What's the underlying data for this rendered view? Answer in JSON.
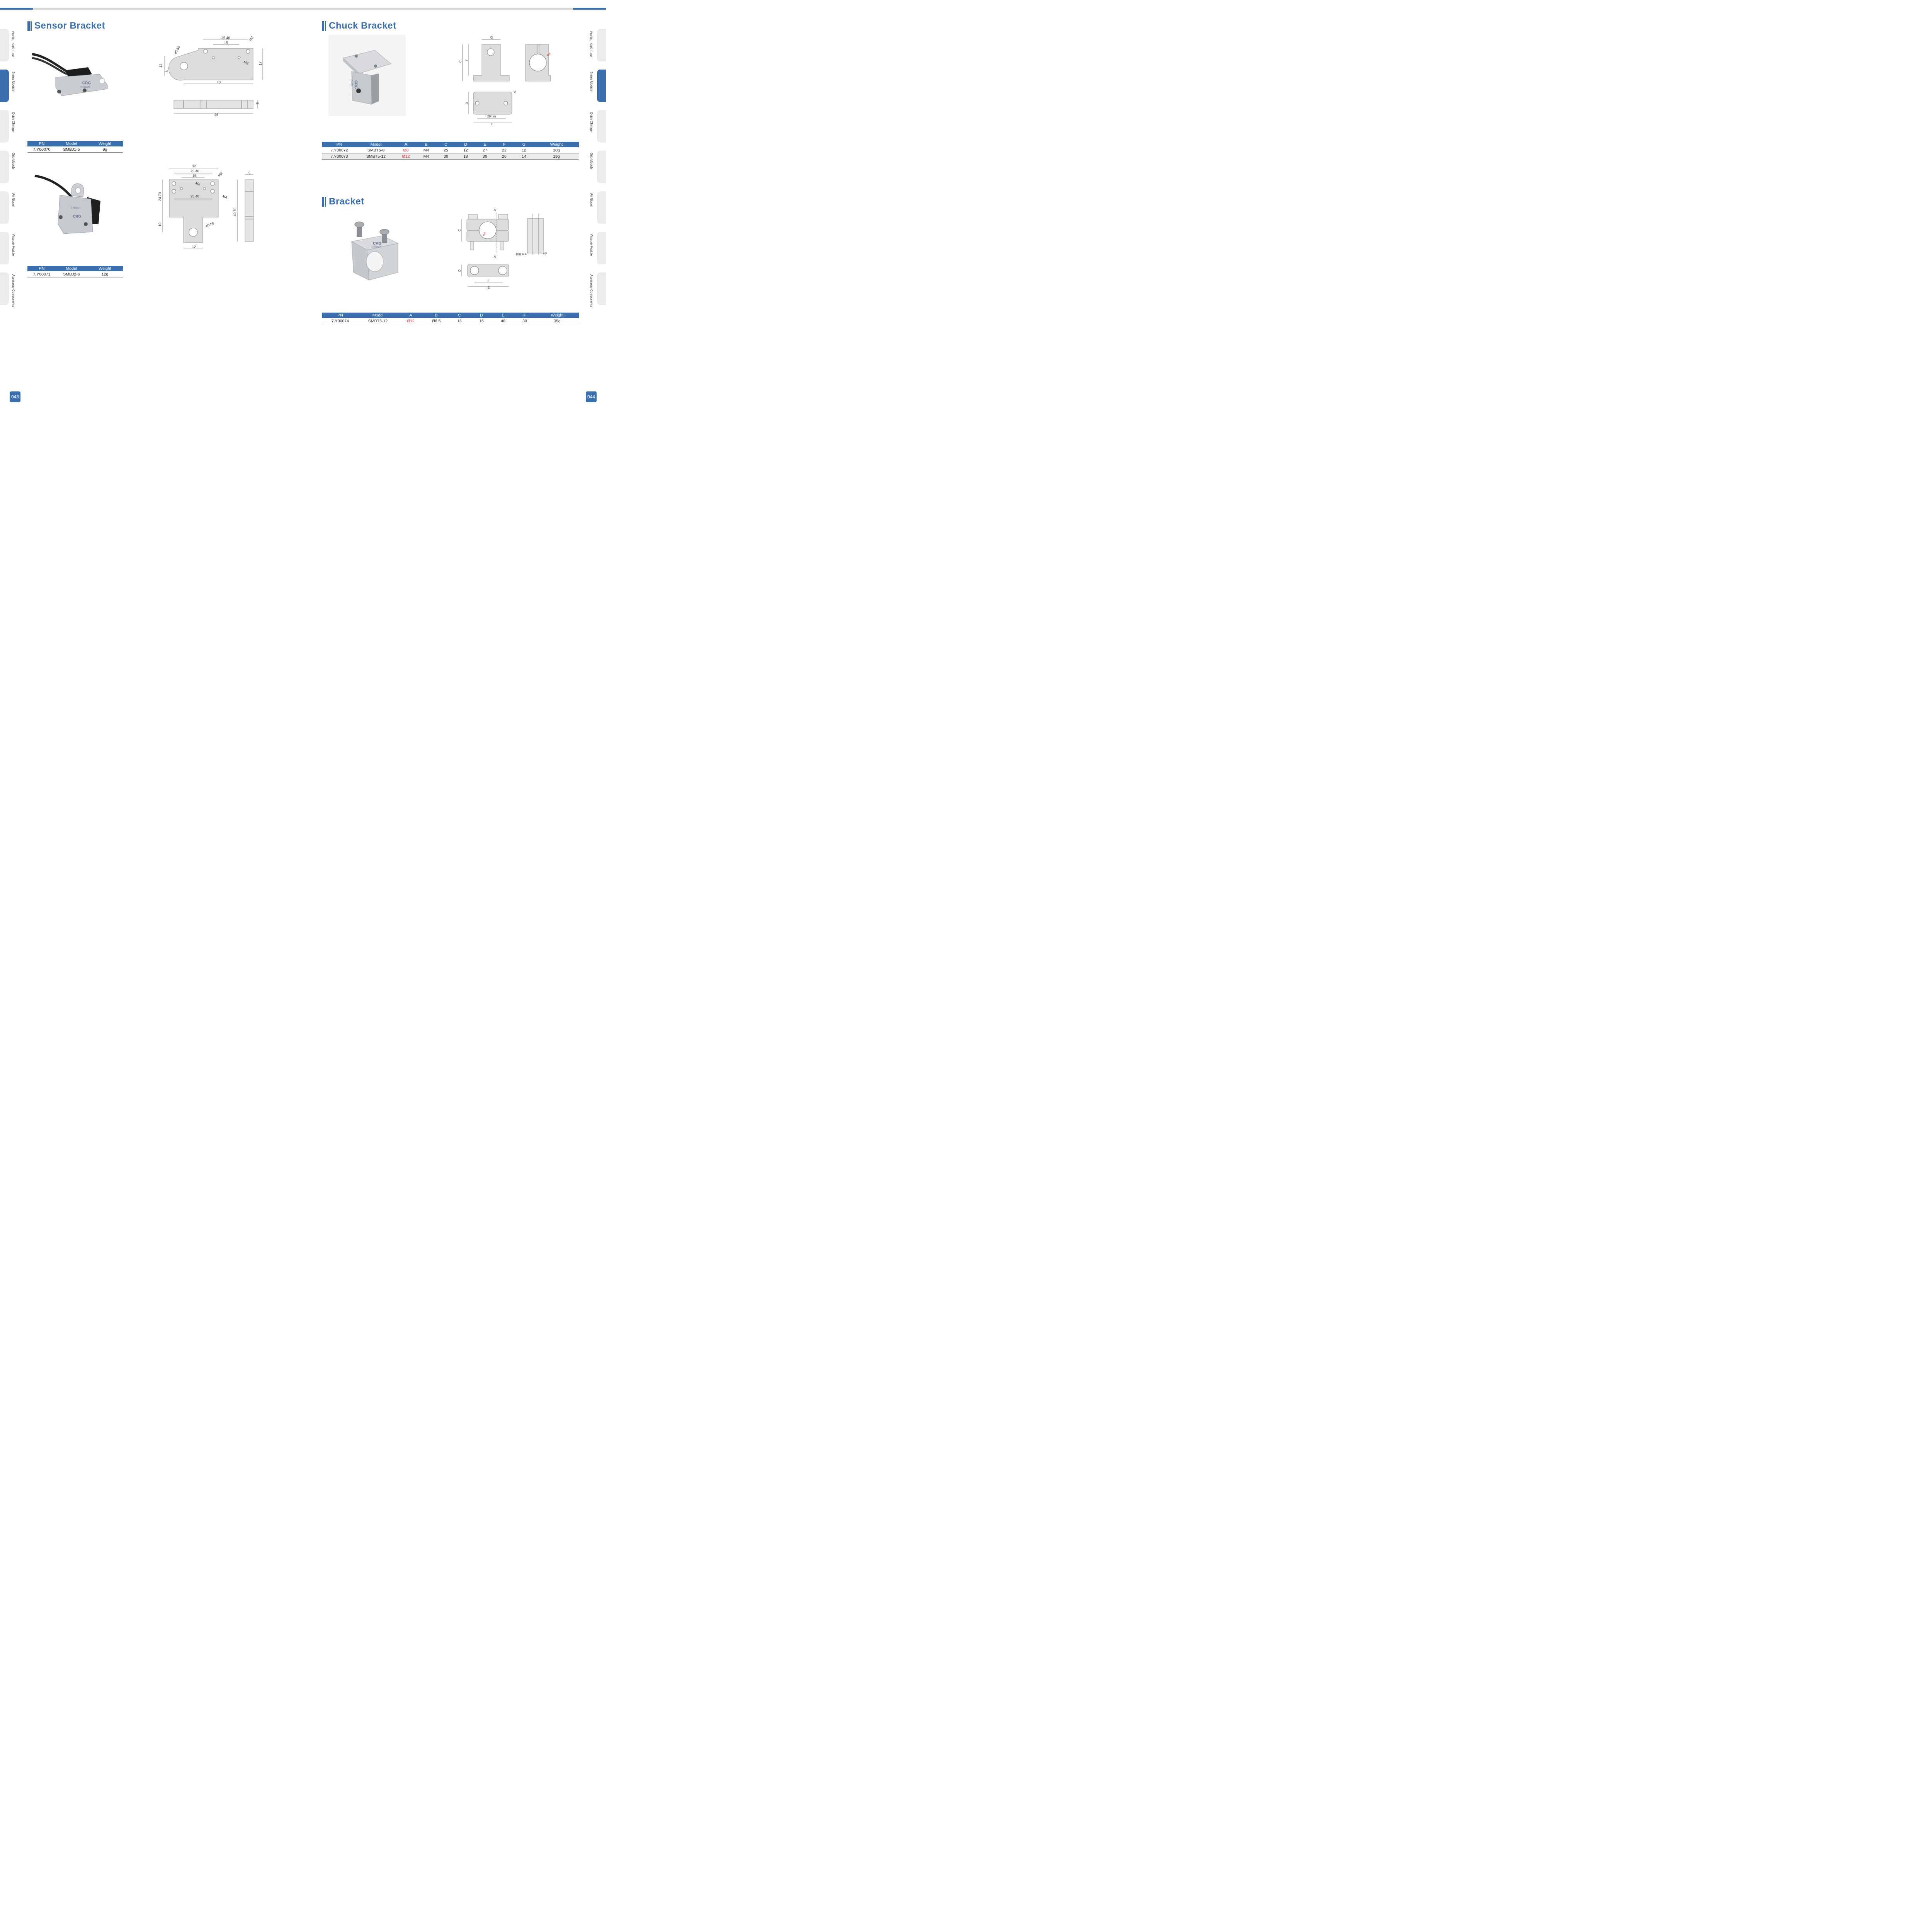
{
  "sections": {
    "sensor": {
      "title": "Sensor Bracket"
    },
    "chuck": {
      "title": "Chuck Bracket"
    },
    "bracket": {
      "title": "Bracket"
    }
  },
  "left_nav": [
    {
      "label": "Profile、SUS  Tube",
      "active": false
    },
    {
      "label": "Stents Module",
      "active": true
    },
    {
      "label": "Quick Changer",
      "active": false
    },
    {
      "label": "Grip Module",
      "active": false
    },
    {
      "label": "Air Nipper",
      "active": false
    },
    {
      "label": "Vacuum Module",
      "active": false
    },
    {
      "label": "Accessory Components",
      "active": false
    }
  ],
  "right_nav": [
    {
      "label": "Profile、SUS  Tube",
      "active": false
    },
    {
      "label": "Stents Module",
      "active": true
    },
    {
      "label": "Quick Changer",
      "active": false
    },
    {
      "label": "Grip Module",
      "active": false
    },
    {
      "label": "Air Nipper",
      "active": false
    },
    {
      "label": "Vacuum Module",
      "active": false
    },
    {
      "label": "Accessory Components",
      "active": false
    }
  ],
  "page_numbers": {
    "left": "043",
    "right": "044"
  },
  "photo_labels": {
    "smbj1_brand": "CRG",
    "smbj1_code": "7.Y00070",
    "smbj2_brand": "CRG",
    "smbj2_code": "7.Y00071",
    "smbt5_brand": "CRG",
    "smbt5_code": "7.Y00072",
    "smbt6_brand": "CRG",
    "smbt6_code": "7.Y00074"
  },
  "tables": {
    "smbj1": {
      "headers": [
        "PN",
        "Model",
        "Weight"
      ],
      "rows": [
        [
          "7.Y00070",
          "SMBJ1-5",
          "9g"
        ]
      ]
    },
    "smbj2": {
      "headers": [
        "PN",
        "Model",
        "Weight"
      ],
      "rows": [
        [
          "7.Y00071",
          "SMBJ2-6",
          "12g"
        ]
      ]
    },
    "chuck": {
      "headers": [
        "PN",
        "Model",
        "A",
        "B",
        "C",
        "D",
        "E",
        "F",
        "G",
        "Weight"
      ],
      "rows": [
        [
          "7.Y00072",
          "SMBT5-8",
          "Ø8",
          "M4",
          "25",
          "12",
          "27",
          "22",
          "12",
          "10g"
        ],
        [
          "7.Y00073",
          "SMBT5-12",
          "Ø12",
          "M4",
          "30",
          "18",
          "30",
          "26",
          "14",
          "19g"
        ]
      ]
    },
    "bracket": {
      "headers": [
        "PN",
        "Model",
        "A",
        "B",
        "C",
        "D",
        "E",
        "F",
        "Weight"
      ],
      "rows": [
        [
          "7.Y00074",
          "SMBT6-12",
          "Ø12",
          "Ø6.5",
          "16",
          "16",
          "40",
          "30",
          "35g"
        ]
      ]
    }
  },
  "drawings": {
    "smbj1": {
      "d_hole": "⌀5.50",
      "w2540": "25.40",
      "w15": "15",
      "m3": "M3",
      "m2": "M2",
      "h12": "12",
      "h6": "6",
      "h17": "17",
      "w40": "40",
      "w46": "46",
      "t5": "5"
    },
    "smbj2": {
      "w32": "32",
      "w2540a": "25.40",
      "w15": "15",
      "m3": "M3",
      "m2": "M2",
      "m4": "M4",
      "w2540b": "25.40",
      "h2470": "24.70",
      "h10": "10",
      "d650": "⌀6.50",
      "w12": "12",
      "h4070": "40.70",
      "t5": "5"
    },
    "chuck": {
      "g": "G",
      "c": "C",
      "f": "F",
      "a": "⌀A",
      "b": "B",
      "d": "D",
      "w20": "20mm",
      "e": "E"
    },
    "bracket": {
      "a_top": "A",
      "a_bot": "A",
      "c": "C",
      "da": "⌀A",
      "section": "剖面 A-A",
      "b": "⌀B",
      "d": "D",
      "f": "F",
      "e": "E"
    }
  },
  "colors": {
    "accent": "#3c6fae",
    "red": "#e23a3a",
    "row_alt": "#ececec"
  }
}
